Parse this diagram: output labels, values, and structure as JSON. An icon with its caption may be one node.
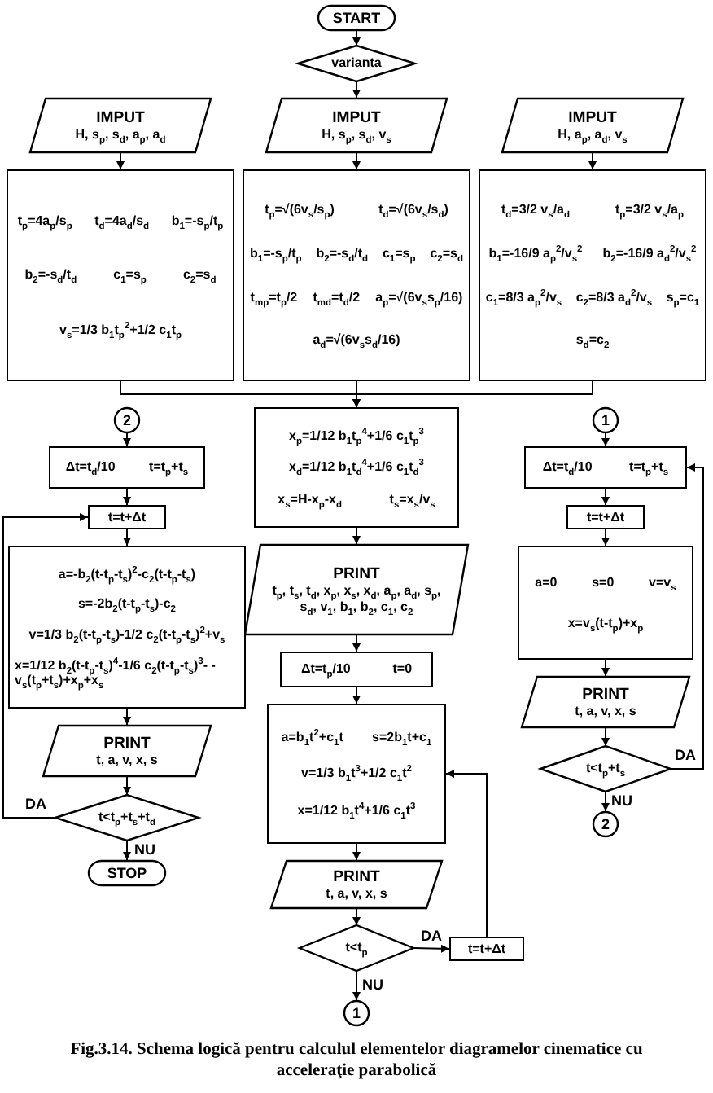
{
  "diagram": {
    "caption": "Fig.3.14. Schema logică pentru calculul elementelor diagramelor cinematice cu acceleraţie parabolică",
    "nodes": [
      {
        "text": [
          "START"
        ]
      },
      {
        "text": [
          "varianta"
        ]
      },
      {
        "text": [
          "IMPUT",
          "H, s$_{p}$, s$_{d}$, a$_{p}$, a$_{d}$"
        ]
      },
      {
        "text": [
          "IMPUT",
          "H, s$_{p}$, s$_{d}$, v$_{s}$"
        ]
      },
      {
        "text": [
          "IMPUT",
          "H, a$_{p}$, a$_{d}$, v$_{s}$"
        ]
      },
      {
        "text": [
          "t$_{p}$=4a$_{p}$/s$_{p}$",
          "t$_{d}$=4a$_{d}$/s$_{d}$",
          "b$_{1}$=-s$_{p}$/t$_{p}$",
          "b$_{2}$=-s$_{d}$/t$_{d}$",
          "c$_{1}$=s$_{p}$",
          "c$_{2}$=s$_{d}$",
          "v$_{s}$=1/3 b$_{1}$t$_{p}$$^{2}$+1/2 c$_{1}$t$_{p}$"
        ]
      },
      {
        "text": [
          "t$_{p}$=√(6v$_{s}$/s$_{p}$)",
          "t$_{d}$=√(6v$_{s}$/s$_{d}$)",
          "b$_{1}$=-s$_{p}$/t$_{p}$",
          "b$_{2}$=-s$_{d}$/t$_{d}$",
          "c$_{1}$=s$_{p}$",
          "c$_{2}$=s$_{d}$",
          "t$_{mp}$=t$_{p}$/2",
          "t$_{md}$=t$_{d}$/2",
          "a$_{p}$=√(6v$_{s}$s$_{p}$/16)",
          "a$_{d}$=√(6v$_{s}$s$_{d}$/16)"
        ]
      },
      {
        "text": [
          "t$_{d}$=3/2 v$_{s}$/a$_{d}$",
          "t$_{p}$=3/2 v$_{s}$/a$_{p}$",
          "b$_{1}$=-16/9 a$_{p}$$^{2}$/v$_{s}$$^{2}$",
          "b$_{2}$=-16/9 a$_{d}$$^{2}$/v$_{s}$$^{2}$",
          "c$_{1}$=8/3 a$_{p}$$^{2}$/v$_{s}$",
          "c$_{2}$=8/3 a$_{d}$$^{2}$/v$_{s}$",
          "s$_{p}$=c$_{1}$",
          "s$_{d}$=c$_{2}$"
        ]
      },
      {
        "text": [
          "x$_{p}$=1/12 b$_{1}$t$_{p}$$^{4}$+1/6 c$_{1}$t$_{p}$$^{3}$",
          "x$_{d}$=1/12 b$_{1}$t$_{d}$$^{4}$+1/6 c$_{1}$t$_{d}$$^{3}$",
          "x$_{s}$=H-x$_{p}$-x$_{d}$",
          "t$_{s}$=x$_{s}$/v$_{s}$"
        ]
      },
      {
        "text": [
          "PRINT",
          "t$_{p}$, t$_{s}$, t$_{d}$, x$_{p}$, x$_{s}$, x$_{d}$, a$_{p}$, a$_{d}$, s$_{p}$, s$_{d}$, v$_{1}$, b$_{1}$, b$_{2}$, c$_{1}$, c$_{2}$"
        ]
      },
      {
        "text": [
          "Δt=t$_{p}$/10",
          "t=0"
        ]
      },
      {
        "text": [
          "a=b$_{1}$t$^{2}$+c$_{1}$t",
          "s=2b$_{1}$t+c$_{1}$",
          "v=1/3 b$_{1}$t$^{3}$+1/2 c$_{1}$t$^{2}$",
          "x=1/12 b$_{1}$t$^{4}$+1/6 c$_{1}$t$^{3}$"
        ]
      },
      {
        "text": [
          "PRINT",
          "t, a, v, x, s"
        ]
      },
      {
        "text": [
          "t<t$_{p}$"
        ]
      },
      {
        "text": [
          "t=t+Δt"
        ]
      },
      {
        "text": [
          "1"
        ]
      },
      {
        "text": [
          "2"
        ]
      },
      {
        "text": [
          "Δt=t$_{d}$/10",
          "t=t$_{p}$+t$_{s}$"
        ]
      },
      {
        "text": [
          "t=t+Δt"
        ]
      },
      {
        "text": [
          "a=-b$_{2}$(t-t$_{p}$-t$_{s}$)$^{2}$-c$_{2}$(t-t$_{p}$-t$_{s}$)",
          "s=-2b$_{2}$(t-t$_{p}$-t$_{s}$)-c$_{2}$",
          "v=1/3 b$_{2}$(t-t$_{p}$-t$_{s}$)-1/2 c$_{2}$(t-t$_{p}$-t$_{s}$)$^{2}$+v$_{s}$",
          "x=1/12 b$_{2}$(t-t$_{p}$-t$_{s}$)$^{4}$-1/6 c$_{2}$(t-t$_{p}$-t$_{s}$)$^{3}$- -v$_{s}$(t$_{p}$+t$_{s}$)+x$_{p}$+x$_{s}$"
        ]
      },
      {
        "text": [
          "PRINT",
          "t, a, v, x, s"
        ]
      },
      {
        "text": [
          "t<t$_{p}$+t$_{s}$+t$_{d}$"
        ]
      },
      {
        "text": [
          "STOP"
        ]
      },
      {
        "text": [
          "1"
        ]
      },
      {
        "text": [
          "Δt=t$_{d}$/10",
          "t=t$_{p}$+t$_{s}$"
        ]
      },
      {
        "text": [
          "t=t+Δt"
        ]
      },
      {
        "text": [
          "a=0",
          "s=0",
          "v=v$_{s}$",
          "x=v$_{s}$(t-t$_{p}$)+x$_{p}$"
        ]
      },
      {
        "text": [
          "PRINT",
          "t, a, v, x, s"
        ]
      },
      {
        "text": [
          "t<t$_{p}$+t$_{s}$"
        ]
      },
      {
        "text": [
          "2"
        ]
      }
    ],
    "edges": [
      {
        "from": 0,
        "to": 1,
        "arrow": "to"
      },
      {
        "from": 1,
        "to": 3,
        "arrow": "to"
      },
      {
        "from": 2,
        "to": 5,
        "arrow": "to"
      },
      {
        "from": 3,
        "to": 6,
        "arrow": "to"
      },
      {
        "from": 4,
        "to": 7,
        "arrow": "to"
      },
      {
        "from": 5,
        "to": 8,
        "arrow": "to"
      },
      {
        "from": 6,
        "to": 8,
        "arrow": "to"
      },
      {
        "from": 7,
        "to": 8,
        "arrow": "to"
      },
      {
        "from": 8,
        "to": 9,
        "arrow": "to"
      },
      {
        "from": 9,
        "to": 10,
        "arrow": "to"
      },
      {
        "from": 10,
        "to": 11,
        "arrow": "to"
      },
      {
        "from": 11,
        "to": 12,
        "arrow": "to"
      },
      {
        "from": 12,
        "to": 13,
        "arrow": "to"
      },
      {
        "from": 13,
        "to": 14,
        "arrow": "to",
        "label": "DA"
      },
      {
        "from": 14,
        "to": 11,
        "arrow": "to"
      },
      {
        "from": 13,
        "to": 15,
        "arrow": "to",
        "label": "NU"
      },
      {
        "from": 16,
        "to": 17,
        "arrow": "to"
      },
      {
        "from": 17,
        "to": 18,
        "arrow": "to"
      },
      {
        "from": 18,
        "to": 19,
        "arrow": "to"
      },
      {
        "from": 19,
        "to": 20,
        "arrow": "to"
      },
      {
        "from": 20,
        "to": 21,
        "arrow": "to"
      },
      {
        "from": 21,
        "to": 18,
        "arrow": "to",
        "label": "DA"
      },
      {
        "from": 21,
        "to": 22,
        "arrow": "to",
        "label": "NU"
      },
      {
        "from": 23,
        "to": 24,
        "arrow": "to"
      },
      {
        "from": 24,
        "to": 25,
        "arrow": "to"
      },
      {
        "from": 25,
        "to": 26,
        "arrow": "to"
      },
      {
        "from": 26,
        "to": 27,
        "arrow": "to"
      },
      {
        "from": 27,
        "to": 28,
        "arrow": "to"
      },
      {
        "from": 28,
        "to": 24,
        "arrow": "to",
        "label": "DA"
      },
      {
        "from": 28,
        "to": 29,
        "arrow": "to",
        "label": "NU"
      }
    ]
  }
}
